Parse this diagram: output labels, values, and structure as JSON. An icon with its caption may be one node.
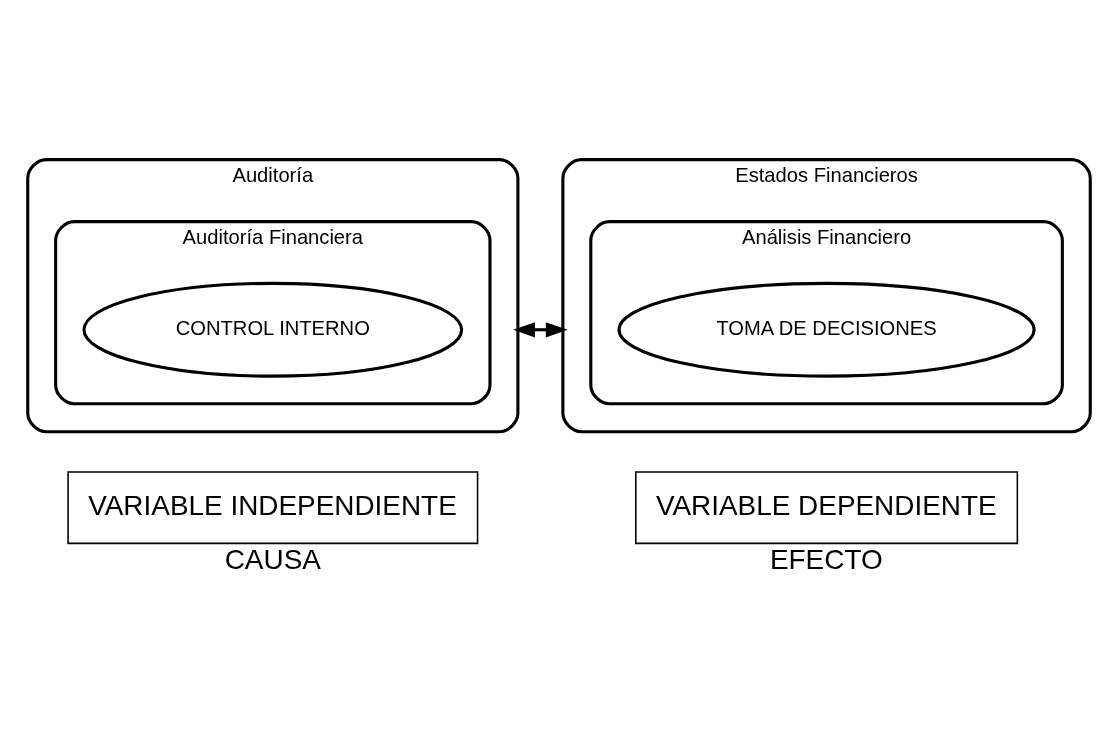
{
  "diagram": {
    "nodes": [
      {
        "text": [
          "Auditoría"
        ]
      },
      {
        "text": [
          "Auditoría Financiera"
        ],
        "in": 0
      },
      {
        "text": [
          "CONTROL INTERNO"
        ],
        "in": 1
      },
      {
        "text": [
          "Estados Financieros"
        ]
      },
      {
        "text": [
          "Análisis Financiero"
        ],
        "in": 3
      },
      {
        "text": [
          "TOMA DE DECISIONES"
        ],
        "in": 4
      },
      {
        "text": [
          "VARIABLE INDEPENDIENTE"
        ],
        "beside": [
          "CAUSA"
        ]
      },
      {
        "text": [
          "VARIABLE DEPENDIENTE"
        ],
        "beside": [
          "EFECTO"
        ]
      }
    ],
    "edges": [
      {
        "from": 0,
        "to": 3,
        "arrow": "both"
      }
    ]
  }
}
